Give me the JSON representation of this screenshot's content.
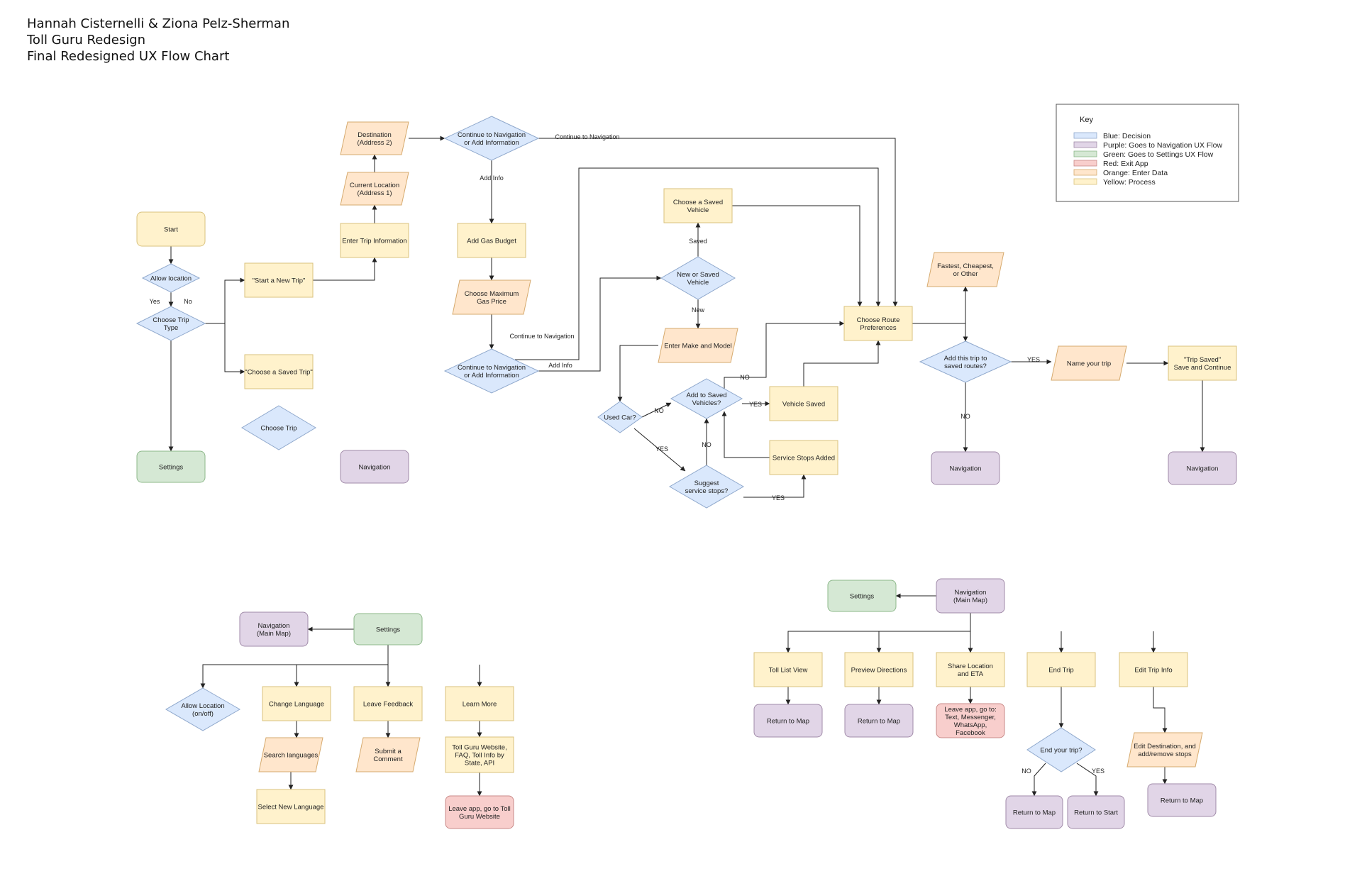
{
  "header": {
    "lines": [
      "Hannah Cisternelli & Ziona Pelz-Sherman",
      "Toll Guru Redesign",
      "Final Redesigned UX Flow Chart"
    ]
  },
  "colors": {
    "decision": "#dae8fc",
    "decision_stroke": "#8fa8cc",
    "navigation": "#e1d5e7",
    "navigation_stroke": "#a08aa8",
    "settings": "#d5e8d4",
    "settings_stroke": "#8db88a",
    "exit": "#f8cecc",
    "exit_stroke": "#c98a88",
    "data": "#ffe6cc",
    "data_stroke": "#d6aa6e",
    "process": "#fff2cc",
    "process_stroke": "#d9c27e",
    "line": "#222222"
  },
  "key": {
    "title": "Key",
    "items": [
      {
        "label": "Blue: Decision",
        "color": "#dae8fc",
        "stroke": "#8fa8cc"
      },
      {
        "label": "Purple: Goes to Navigation UX Flow",
        "color": "#e1d5e7",
        "stroke": "#a08aa8"
      },
      {
        "label": "Green: Goes to Settings UX Flow",
        "color": "#d5e8d4",
        "stroke": "#8db88a"
      },
      {
        "label": "Red: Exit App",
        "color": "#f8cecc",
        "stroke": "#c98a88"
      },
      {
        "label": "Orange: Enter Data",
        "color": "#ffe6cc",
        "stroke": "#d6aa6e"
      },
      {
        "label": "Yellow: Process",
        "color": "#fff2cc",
        "stroke": "#d9c27e"
      }
    ]
  },
  "nodes": [
    {
      "id": "start",
      "kind": "process",
      "shape": "round",
      "lines": [
        "Start"
      ]
    },
    {
      "id": "allow_location",
      "kind": "decision",
      "shape": "diamond",
      "lines": [
        "Allow location"
      ]
    },
    {
      "id": "choose_trip_type",
      "kind": "decision",
      "shape": "diamond",
      "lines": [
        "Choose Trip",
        "Type"
      ]
    },
    {
      "id": "settings_main",
      "kind": "settings",
      "shape": "round",
      "lines": [
        "Settings"
      ]
    },
    {
      "id": "start_new_trip",
      "kind": "process",
      "shape": "rect",
      "lines": [
        "\"Start a New Trip\""
      ]
    },
    {
      "id": "choose_saved_trip",
      "kind": "process",
      "shape": "rect",
      "lines": [
        "\"Choose a Saved Trip\""
      ]
    },
    {
      "id": "choose_trip",
      "kind": "decision",
      "shape": "diamond",
      "lines": [
        "Choose Trip"
      ]
    },
    {
      "id": "navigation_saved_trip",
      "kind": "navigation",
      "shape": "round",
      "lines": [
        "Navigation"
      ]
    },
    {
      "id": "enter_trip_info",
      "kind": "process",
      "shape": "rect",
      "lines": [
        "Enter Trip Information"
      ]
    },
    {
      "id": "current_location",
      "kind": "data",
      "shape": "para",
      "lines": [
        "Current Location",
        "(Address 1)"
      ]
    },
    {
      "id": "destination",
      "kind": "data",
      "shape": "para",
      "lines": [
        "Destination",
        "(Address 2)"
      ]
    },
    {
      "id": "continue_nav_1",
      "kind": "decision",
      "shape": "diamond",
      "lines": [
        "Continue to Navigation",
        "or Add Information"
      ]
    },
    {
      "id": "add_gas_budget",
      "kind": "process",
      "shape": "rect",
      "lines": [
        "Add Gas Budget"
      ]
    },
    {
      "id": "max_gas_price",
      "kind": "data",
      "shape": "para",
      "lines": [
        "Choose Maximum",
        "Gas Price"
      ]
    },
    {
      "id": "continue_nav_2",
      "kind": "decision",
      "shape": "diamond",
      "lines": [
        "Continue to Navigation",
        "or Add Information"
      ]
    },
    {
      "id": "choose_saved_vehicle",
      "kind": "process",
      "shape": "rect",
      "lines": [
        "Choose a Saved",
        "Vehicle"
      ]
    },
    {
      "id": "new_or_saved_vehicle",
      "kind": "decision",
      "shape": "diamond",
      "lines": [
        "New or Saved",
        "Vehicle"
      ]
    },
    {
      "id": "enter_make_model",
      "kind": "data",
      "shape": "para",
      "lines": [
        "Enter Make and Model"
      ]
    },
    {
      "id": "used_car",
      "kind": "decision",
      "shape": "diamond",
      "lines": [
        "Used Car?"
      ]
    },
    {
      "id": "add_saved_vehicles",
      "kind": "decision",
      "shape": "diamond",
      "lines": [
        "Add to Saved",
        "Vehicles?"
      ]
    },
    {
      "id": "vehicle_saved",
      "kind": "process",
      "shape": "rect",
      "lines": [
        "Vehicle Saved"
      ]
    },
    {
      "id": "suggest_service_stops",
      "kind": "decision",
      "shape": "diamond",
      "lines": [
        "Suggest",
        "service stops?"
      ]
    },
    {
      "id": "service_stops_added",
      "kind": "process",
      "shape": "rect",
      "lines": [
        "Service Stops Added"
      ]
    },
    {
      "id": "choose_route_prefs",
      "kind": "process",
      "shape": "rect",
      "lines": [
        "Choose Route",
        "Preferences"
      ]
    },
    {
      "id": "fastest_cheapest",
      "kind": "data",
      "shape": "para",
      "lines": [
        "Fastest, Cheapest,",
        "or Other"
      ]
    },
    {
      "id": "add_saved_routes",
      "kind": "decision",
      "shape": "diamond",
      "lines": [
        "Add this trip to",
        "saved routes?"
      ]
    },
    {
      "id": "navigation_no_save",
      "kind": "navigation",
      "shape": "round",
      "lines": [
        "Navigation"
      ]
    },
    {
      "id": "name_your_trip",
      "kind": "data",
      "shape": "para",
      "lines": [
        "Name your trip"
      ]
    },
    {
      "id": "trip_saved",
      "kind": "process",
      "shape": "rect",
      "lines": [
        "\"Trip Saved\"",
        "Save and Continue"
      ]
    },
    {
      "id": "navigation_trip_saved",
      "kind": "navigation",
      "shape": "round",
      "lines": [
        "Navigation"
      ]
    },
    {
      "id": "s_navigation_main_map",
      "kind": "navigation",
      "shape": "round",
      "lines": [
        "Navigation",
        "(Main Map)"
      ]
    },
    {
      "id": "s_settings",
      "kind": "settings",
      "shape": "round",
      "lines": [
        "Settings"
      ]
    },
    {
      "id": "s_allow_location",
      "kind": "decision",
      "shape": "diamond",
      "lines": [
        "Allow Location",
        "(on/off)"
      ]
    },
    {
      "id": "s_change_language",
      "kind": "process",
      "shape": "rect",
      "lines": [
        "Change Language"
      ]
    },
    {
      "id": "s_search_languages",
      "kind": "data",
      "shape": "para",
      "lines": [
        "Search languages"
      ]
    },
    {
      "id": "s_select_new_language",
      "kind": "process",
      "shape": "rect",
      "lines": [
        "Select New Language"
      ]
    },
    {
      "id": "s_leave_feedback",
      "kind": "process",
      "shape": "rect",
      "lines": [
        "Leave Feedback"
      ]
    },
    {
      "id": "s_submit_comment",
      "kind": "data",
      "shape": "para",
      "lines": [
        "Submit a",
        "Comment"
      ]
    },
    {
      "id": "s_learn_more",
      "kind": "process",
      "shape": "rect",
      "lines": [
        "Learn More"
      ]
    },
    {
      "id": "s_toll_guru_website",
      "kind": "process",
      "shape": "rect",
      "lines": [
        "Toll Guru Website,",
        "FAQ, Toll Info by",
        "State, API"
      ]
    },
    {
      "id": "s_leave_app_website",
      "kind": "exit",
      "shape": "round",
      "lines": [
        "Leave app, go to Toll",
        "Guru Website"
      ]
    },
    {
      "id": "n_settings",
      "kind": "settings",
      "shape": "round",
      "lines": [
        "Settings"
      ]
    },
    {
      "id": "n_navigation_main_map",
      "kind": "navigation",
      "shape": "round",
      "lines": [
        "Navigation",
        "(Main Map)"
      ]
    },
    {
      "id": "n_toll_list_view",
      "kind": "process",
      "shape": "rect",
      "lines": [
        "Toll List View"
      ]
    },
    {
      "id": "n_return_map_1",
      "kind": "navigation",
      "shape": "round",
      "lines": [
        "Return to Map"
      ]
    },
    {
      "id": "n_preview_directions",
      "kind": "process",
      "shape": "rect",
      "lines": [
        "Preview Directions"
      ]
    },
    {
      "id": "n_return_map_2",
      "kind": "navigation",
      "shape": "round",
      "lines": [
        "Return to Map"
      ]
    },
    {
      "id": "n_share_location",
      "kind": "process",
      "shape": "rect",
      "lines": [
        "Share Location",
        "and ETA"
      ]
    },
    {
      "id": "n_leave_app_share",
      "kind": "exit",
      "shape": "round",
      "lines": [
        "Leave app, go to:",
        "Text, Messenger,",
        "WhatsApp,",
        "Facebook"
      ]
    },
    {
      "id": "n_end_trip",
      "kind": "process",
      "shape": "rect",
      "lines": [
        "End Trip"
      ]
    },
    {
      "id": "n_end_your_trip",
      "kind": "decision",
      "shape": "diamond",
      "lines": [
        "End your trip?"
      ]
    },
    {
      "id": "n_return_map_3",
      "kind": "navigation",
      "shape": "round",
      "lines": [
        "Return to Map"
      ]
    },
    {
      "id": "n_return_start",
      "kind": "navigation",
      "shape": "round",
      "lines": [
        "Return to Start"
      ]
    },
    {
      "id": "n_edit_trip_info",
      "kind": "process",
      "shape": "rect",
      "lines": [
        "Edit Trip Info"
      ]
    },
    {
      "id": "n_edit_destination",
      "kind": "data",
      "shape": "para",
      "lines": [
        "Edit Destination, and",
        "add/remove stops"
      ]
    },
    {
      "id": "n_return_map_4",
      "kind": "navigation",
      "shape": "round",
      "lines": [
        "Return to Map"
      ]
    }
  ],
  "edge_labels": {
    "yes": "Yes",
    "no": "No",
    "continue_nav": "Continue to Navigation",
    "add_info": "Add Info",
    "saved": "Saved",
    "new": "New",
    "cap_yes": "YES",
    "cap_no": "NO"
  }
}
